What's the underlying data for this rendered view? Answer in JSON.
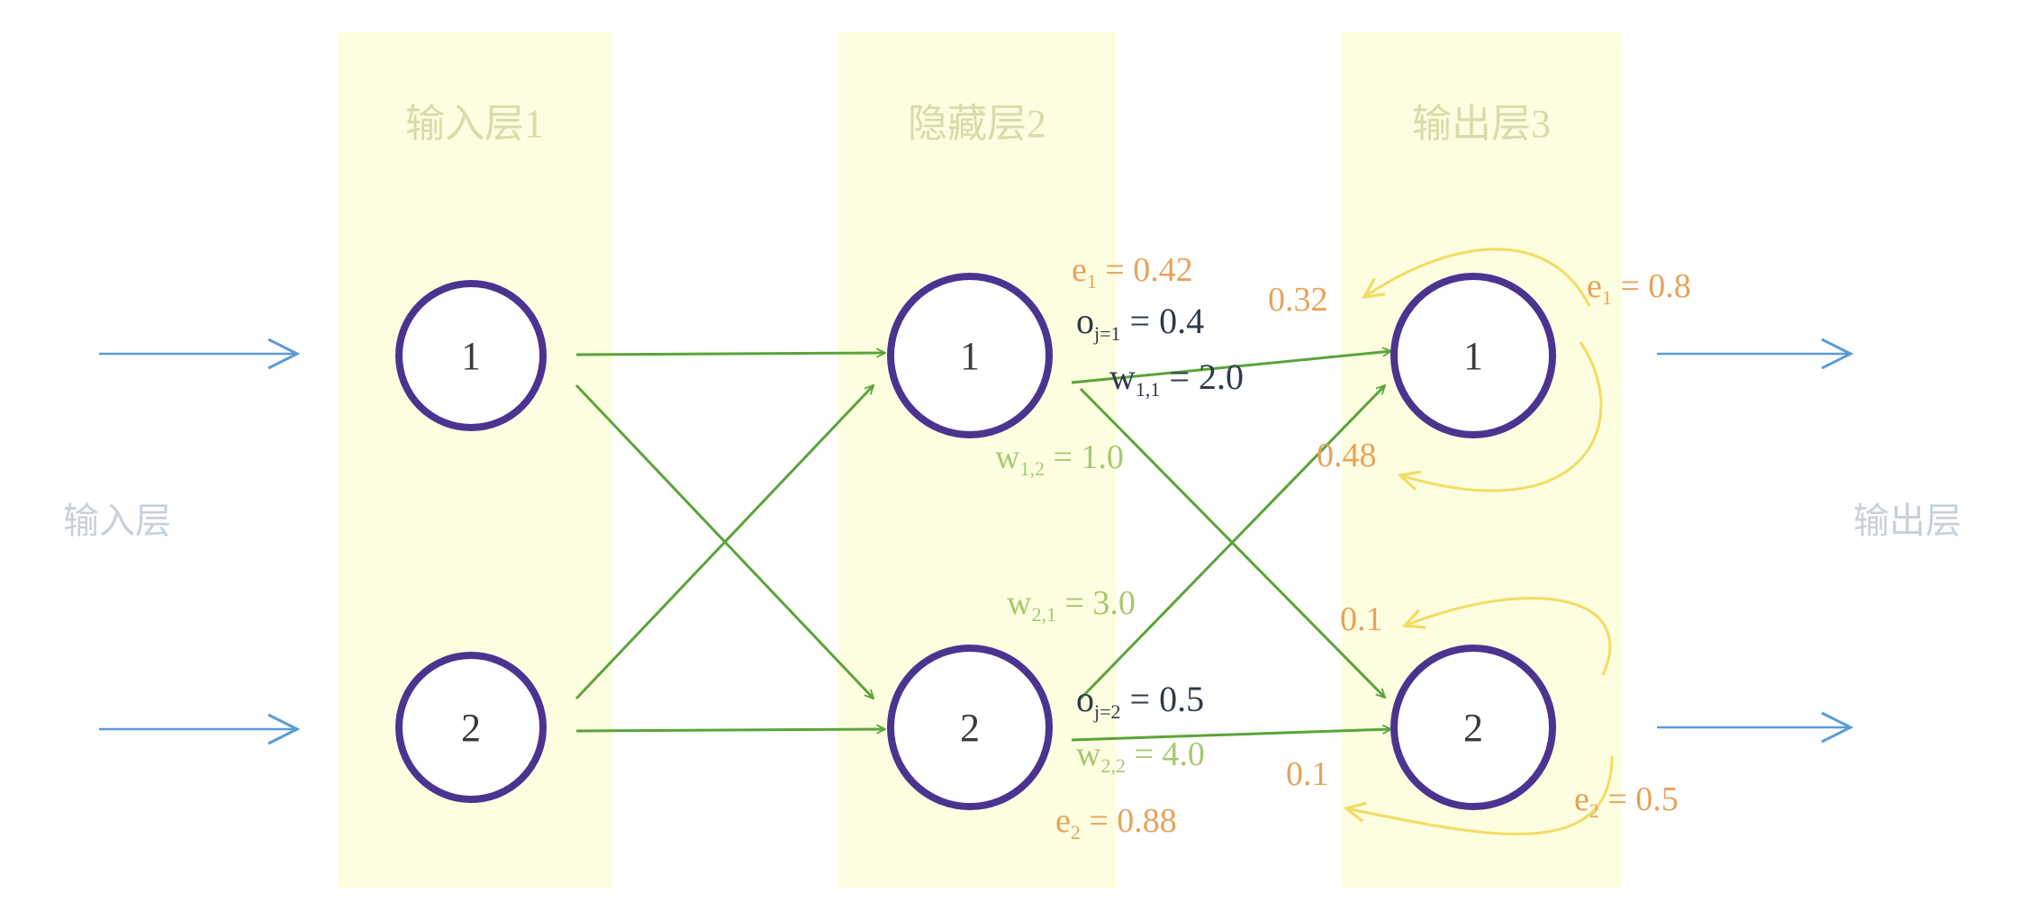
{
  "colors": {
    "band": "#fdfde0",
    "node_stroke": "#4b3490",
    "connection": "#5aa43a",
    "io_arrow": "#5a9ad8",
    "error_arrow": "#f2dc62",
    "error_text": "#e6a35a",
    "weight_text": "#a8c870",
    "dark_text": "#2f3a4a"
  },
  "layers": {
    "input_title": "输入层1",
    "hidden_title": "隐藏层2",
    "output_title": "输出层3"
  },
  "side_labels": {
    "left": "输入层",
    "right": "输出层"
  },
  "nodes": {
    "in1": "1",
    "in2": "2",
    "h1": "1",
    "h2": "2",
    "o1": "1",
    "o2": "2"
  },
  "annotations": {
    "e1_hidden": {
      "base": "e",
      "sub": "1",
      "rest": " = 0.42"
    },
    "o1": {
      "base": "o",
      "sub": "j=1",
      "rest": " = 0.4"
    },
    "w11": {
      "base": "w",
      "sub": "1,1",
      "rest": " = 2.0"
    },
    "w12": {
      "base": "w",
      "sub": "1,2",
      "rest": " = 1.0"
    },
    "w21": {
      "base": "w",
      "sub": "2,1",
      "rest": " = 3.0"
    },
    "o2": {
      "base": "o",
      "sub": "j=2",
      "rest": " = 0.5"
    },
    "w22": {
      "base": "w",
      "sub": "2,2",
      "rest": " = 4.0"
    },
    "e2_hidden": {
      "base": "e",
      "sub": "2",
      "rest": " = 0.88"
    },
    "e1_out": {
      "base": "e",
      "sub": "1",
      "rest": " = 0.8"
    },
    "e2_out": {
      "base": "e",
      "sub": "2",
      "rest": " = 0.5"
    },
    "back_032": "0.32",
    "back_048": "0.48",
    "back_01a": "0.1",
    "back_01b": "0.1"
  }
}
